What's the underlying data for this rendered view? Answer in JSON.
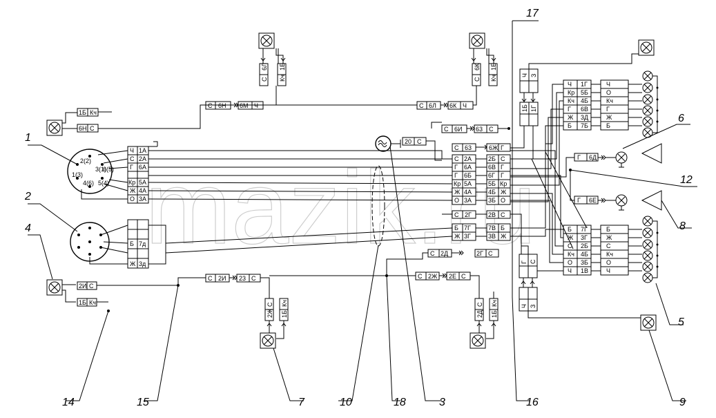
{
  "watermark": "mazik.ru",
  "callouts": [
    "1",
    "2",
    "3",
    "4",
    "5",
    "6",
    "7",
    "8",
    "9",
    "10",
    "12",
    "14",
    "15",
    "16",
    "17",
    "18"
  ],
  "socket1": {
    "pins": [
      "2(2)",
      "3(1)",
      "6(5)",
      "4(6)",
      "5(4)",
      "1(3)"
    ],
    "rows": [
      {
        "color": "Ч",
        "wire": "1А"
      },
      {
        "color": "С",
        "wire": "2А"
      },
      {
        "color": "Г",
        "wire": "6А"
      },
      {
        "color": "",
        "wire": ""
      },
      {
        "color": "Кр",
        "wire": "5А"
      },
      {
        "color": "Ж",
        "wire": "4А"
      },
      {
        "color": "О",
        "wire": "3А"
      }
    ]
  },
  "socket2": {
    "rows": [
      {
        "color": "",
        "wire": ""
      },
      {
        "color": "",
        "wire": ""
      },
      {
        "color": "Б",
        "wire": "7д"
      },
      {
        "color": "",
        "wire": ""
      },
      {
        "color": "Ж",
        "wire": "3д"
      }
    ]
  },
  "lamp4_top": {
    "a": "1Б",
    "b": "Кч"
  },
  "lamp4_bottom": {
    "a": "1Б",
    "b": "Кч"
  },
  "lamp_left": {
    "a": "6Н",
    "b": "С"
  },
  "lamp_left_top": {
    "a": "1Б",
    "b": "Кч"
  },
  "lamp_bottom_left": {
    "a": "2И",
    "b": "С"
  },
  "chain_top_left": [
    {
      "a": "С",
      "b": "6Н"
    },
    {
      "a": "6М",
      "b": "Ч"
    }
  ],
  "chain_top_right": [
    {
      "a": "С",
      "b": "6Л"
    },
    {
      "a": "6К",
      "b": "Ч"
    }
  ],
  "chain_mid_right": [
    {
      "a": "С",
      "b": "6И"
    },
    {
      "a": "63",
      "b": "С"
    }
  ],
  "chain_bottom_left": [
    {
      "a": "С",
      "b": "2И"
    },
    {
      "a": "23",
      "b": "С"
    }
  ],
  "chain_bottom_right": [
    {
      "a": "С",
      "b": "2Ж"
    },
    {
      "a": "2Е",
      "b": "С"
    }
  ],
  "lamp_top_left_cable": {
    "a": "С",
    "b": "6Л",
    "c": "Кч",
    "d": "1Б"
  },
  "lamp_top_right_cable": {
    "a": "С",
    "b": "6К",
    "c": "Кч",
    "d": "1Б"
  },
  "lamp7_cable": {
    "a": "С",
    "b": "2Ж",
    "c": "Кч",
    "d": "1Б"
  },
  "lamp_bottom_mid_cable": {
    "a": "С",
    "b": "2Д",
    "c": "Кч",
    "d": "1Б"
  },
  "block3": {
    "a": "20",
    "b": "С"
  },
  "center_terminal": {
    "top": {
      "a": "С",
      "b": "63",
      "c": "6Ж",
      "d": "Г"
    },
    "rows": [
      {
        "l": "С",
        "lw": "2А",
        "rw": "2Б",
        "r": "С"
      },
      {
        "l": "Г",
        "lw": "6А",
        "rw": "6В",
        "r": "Г"
      },
      {
        "l": "Г",
        "lw": "6Б",
        "rw": "6Г",
        "r": "Г"
      },
      {
        "l": "Кр",
        "lw": "5А",
        "rw": "5Б",
        "r": "Кр"
      },
      {
        "l": "Ж",
        "lw": "4А",
        "rw": "4Б",
        "r": "Ж"
      },
      {
        "l": "О",
        "lw": "3А",
        "rw": "3Б",
        "r": "О"
      }
    ],
    "mid": {
      "a": "С",
      "b": "2Г",
      "c": "2В",
      "d": "С"
    },
    "rows2": [
      {
        "l": "Б",
        "lw": "7Г",
        "rw": "7В",
        "r": "Б"
      },
      {
        "l": "Ж",
        "lw": "3Г",
        "rw": "3В",
        "r": "Ж"
      }
    ],
    "bot": {
      "a": "С",
      "b": "2Д",
      "c": "2Г",
      "d": "С"
    }
  },
  "lamp6_block": {
    "a": "Г",
    "b": "6Д"
  },
  "lamp8_block": {
    "a": "Г",
    "b": "6Е"
  },
  "right_terminal_top": {
    "left": [
      {
        "c": "Ч",
        "w": "1Г"
      },
      {
        "c": "Кр",
        "w": "5Б"
      },
      {
        "c": "Кч",
        "w": "4Б"
      },
      {
        "c": "Г",
        "w": "6В"
      },
      {
        "c": "Ж",
        "w": "3Д"
      },
      {
        "c": "Б",
        "w": "7Б"
      }
    ],
    "right": [
      "Ч",
      "О",
      "Кч",
      "Г",
      "Ж",
      "Б"
    ]
  },
  "right_terminal_bottom": {
    "left": [
      {
        "c": "Б",
        "w": "7Г"
      },
      {
        "c": "Ж",
        "w": "3Г"
      },
      {
        "c": "С",
        "w": "2Б"
      },
      {
        "c": "Кч",
        "w": "4Б"
      },
      {
        "c": "О",
        "w": "3Б"
      },
      {
        "c": "Ч",
        "w": "1В"
      }
    ],
    "right": [
      "Б",
      "Ж",
      "С",
      "Кч",
      "О",
      "Ч"
    ]
  },
  "connector_top_right": {
    "c1": "Ч",
    "c2": "З",
    "w1": "1Б",
    "w2": "1Г"
  },
  "connector_bottom_right": {
    "c1": "Г",
    "c2": "С",
    "w1": "Ч",
    "w2": "З"
  }
}
